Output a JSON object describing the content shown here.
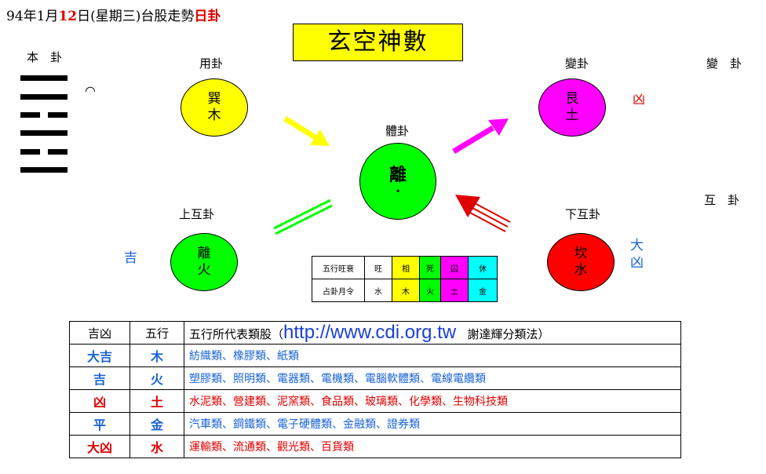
{
  "header": {
    "prefix": "94年1月",
    "day": "12",
    "suffix": "日(星期三)台股走勢",
    "tag": "日卦"
  },
  "title": "玄空神數",
  "ben_gua": {
    "label": "本　卦",
    "note": "◠"
  },
  "bian_gua_right": {
    "label": "變　卦",
    "verdict": "凶"
  },
  "hu_gua_right": {
    "label": "互　卦"
  },
  "nodes": {
    "yong": {
      "label": "用卦",
      "text": "巽木",
      "color": "#ffff00"
    },
    "bian": {
      "label": "變卦",
      "text": "艮土",
      "color": "#ff00ff"
    },
    "ti": {
      "label": "體卦",
      "text": "離",
      "dot": "•",
      "color": "#00ff00"
    },
    "shang_hu": {
      "label": "上互卦",
      "text": "離火",
      "color": "#00ff00",
      "verdict": "吉"
    },
    "xia_hu": {
      "label": "下互卦",
      "text": "坎水",
      "color": "#ff0000",
      "verdict": "大凶"
    }
  },
  "element_table": {
    "row1_label": "五行旺衰",
    "row2_label": "占卦月令",
    "cols": [
      {
        "top": "旺",
        "bottom": "水",
        "color": "#ffffff"
      },
      {
        "top": "相",
        "bottom": "木",
        "color": "#ffff00"
      },
      {
        "top": "死",
        "bottom": "火",
        "color": "#00ff00"
      },
      {
        "top": "囚",
        "bottom": "土",
        "color": "#ff00ff"
      },
      {
        "top": "休",
        "bottom": "金",
        "color": "#00ffff"
      }
    ]
  },
  "stock_table": {
    "headers": [
      "吉凶",
      "五行",
      "五行所代表類股（",
      "http://www.cdi.org.tw",
      "謝達輝分類法）"
    ],
    "rows": [
      {
        "luck": "大吉",
        "element": "木",
        "sectors": "紡織類、橡膠類、紙類",
        "color": "#1a63d6"
      },
      {
        "luck": "吉",
        "element": "火",
        "sectors": "塑膠類、照明類、電器類、電機類、電腦軟體類、電線電纜類",
        "color": "#1a63d6"
      },
      {
        "luck": "凶",
        "element": "土",
        "sectors": "水泥類、營建類、泥窯類、食品類、玻璃類、化學類、生物科技類",
        "color": "#e00000"
      },
      {
        "luck": "平",
        "element": "金",
        "sectors": "汽車類、鋼鐵類、電子硬體類、金融類、證券類",
        "color": "#1a63d6"
      },
      {
        "luck": "大凶",
        "element": "水",
        "sectors": "運輸類、流通類、觀光類、百貨類",
        "color": "#e00000"
      }
    ]
  }
}
